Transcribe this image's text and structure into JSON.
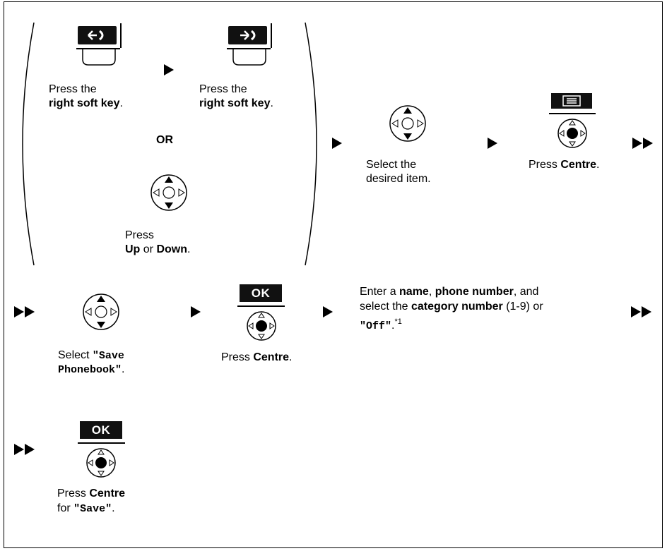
{
  "step1": {
    "first_press": "Press the",
    "first_key": "right soft key",
    "first_end": ".",
    "second_press": "Press the",
    "second_key": "right soft key",
    "second_end": ".",
    "or": "OR",
    "press": "Press",
    "up": "Up",
    "or_word": " or ",
    "down": "Down",
    "down_end": "."
  },
  "step2": {
    "line1": "Select the",
    "line2": "desired item."
  },
  "step3": {
    "press": "Press ",
    "centre": "Centre",
    "end": "."
  },
  "step4": {
    "select": "Select ",
    "q1": "\"Save",
    "q2": "Phonebook\"",
    "end": "."
  },
  "step5": {
    "press": "Press ",
    "centre": "Centre",
    "end": ".",
    "ok": "OK"
  },
  "step6": {
    "l1a": "Enter a ",
    "l1b": "name",
    "l1c": ", ",
    "l1d": "phone number",
    "l1e": ", and",
    "l2a": "select the ",
    "l2b": "category number",
    "l2c": " (1-9) or",
    "l3a": "\"Off\"",
    "l3b": ".",
    "l3c": "*1"
  },
  "step7": {
    "press": "Press ",
    "centre": "Centre",
    "for": "for ",
    "save": "\"Save\"",
    "end": ".",
    "ok": "OK"
  },
  "icons": [
    "back-soft-key-icon",
    "forward-soft-key-icon",
    "navigator-up-down-icon",
    "menu-key-icon",
    "centre-key-icon",
    "ok-key-icon",
    "next-arrow-icon",
    "continue-arrow-icon"
  ]
}
